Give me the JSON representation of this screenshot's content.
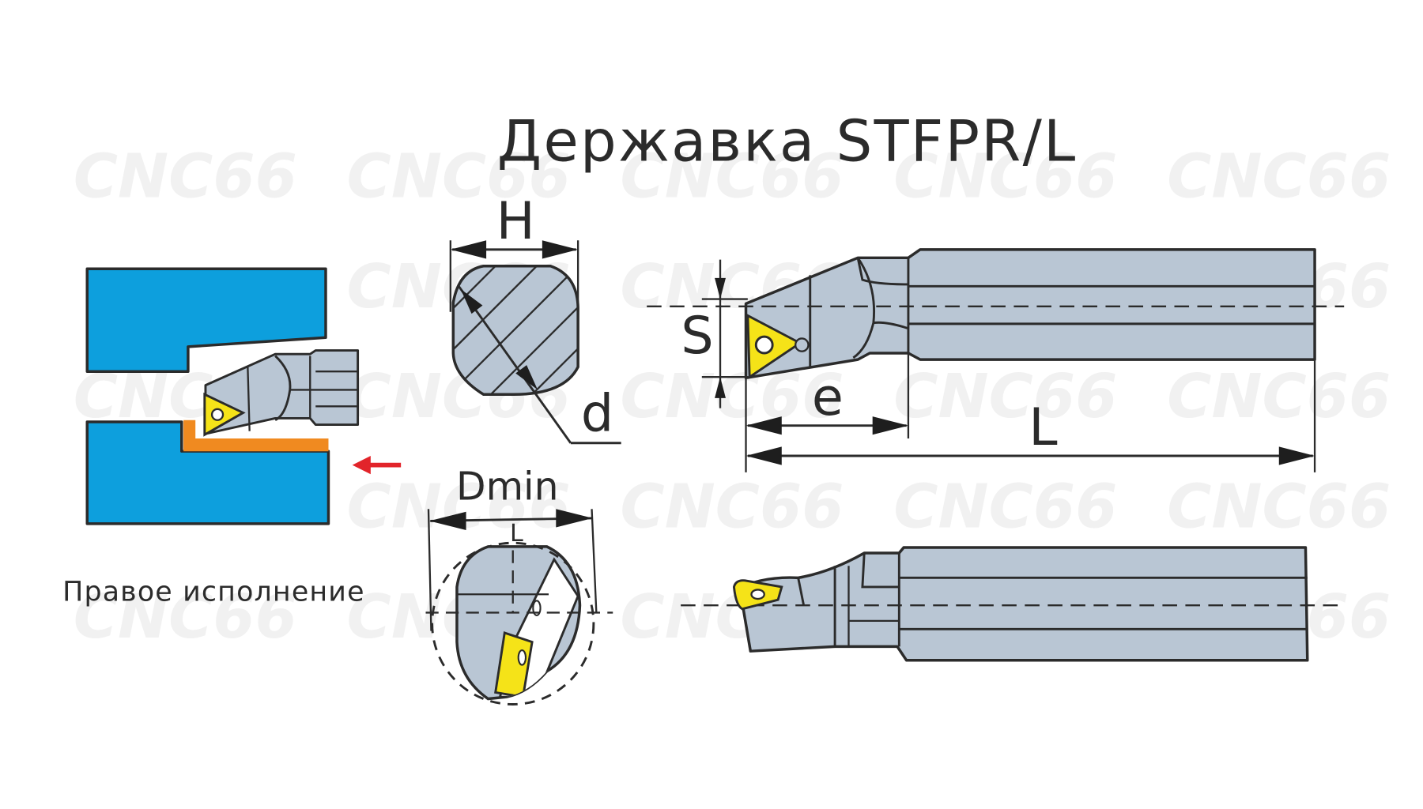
{
  "title": "Державка STFPR/L",
  "watermark": "CNC66",
  "caption": "Правое исполнение",
  "dimensions": {
    "H": "H",
    "d": "d",
    "Dmin": "Dmin",
    "S": "S",
    "e": "e",
    "L": "L",
    "l": "L"
  },
  "colors": {
    "workpiece": "#0d9fdd",
    "chip": "#f08a20",
    "holder": "#b9c6d4",
    "insert": "#f5e318",
    "arrow": "#e2242a",
    "outline": "#2b2b2b"
  }
}
